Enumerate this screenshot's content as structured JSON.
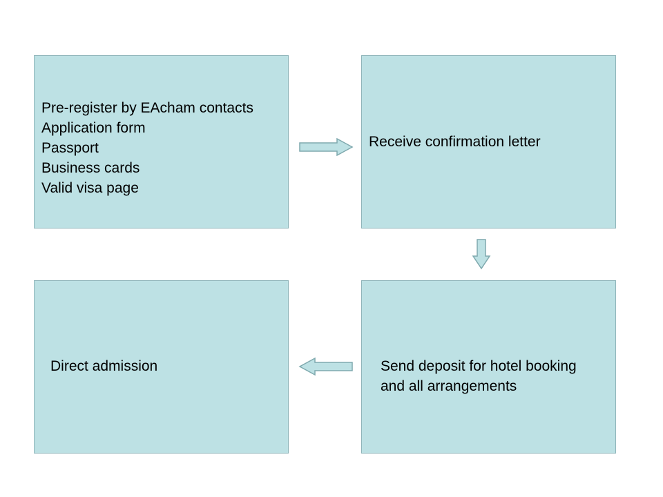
{
  "colors": {
    "box_fill": "#bde1e4",
    "box_border": "#8eb4b9",
    "arrow_fill": "#bde1e4",
    "arrow_stroke": "#7fa9ae",
    "text": "#000000"
  },
  "boxes": {
    "step1": {
      "lines": [
        "Pre-register by EAcham contacts",
        "Application form",
        "Passport",
        "Business cards",
        "Valid visa page"
      ]
    },
    "step2": {
      "lines": [
        "Receive confirmation letter"
      ]
    },
    "step3": {
      "lines": [
        "Send deposit for hotel booking",
        "and all arrangements"
      ]
    },
    "step4": {
      "lines": [
        "Direct admission"
      ]
    }
  },
  "arrows": [
    {
      "from": "step1",
      "to": "step2",
      "direction": "right"
    },
    {
      "from": "step2",
      "to": "step3",
      "direction": "down"
    },
    {
      "from": "step3",
      "to": "step4",
      "direction": "left"
    }
  ]
}
